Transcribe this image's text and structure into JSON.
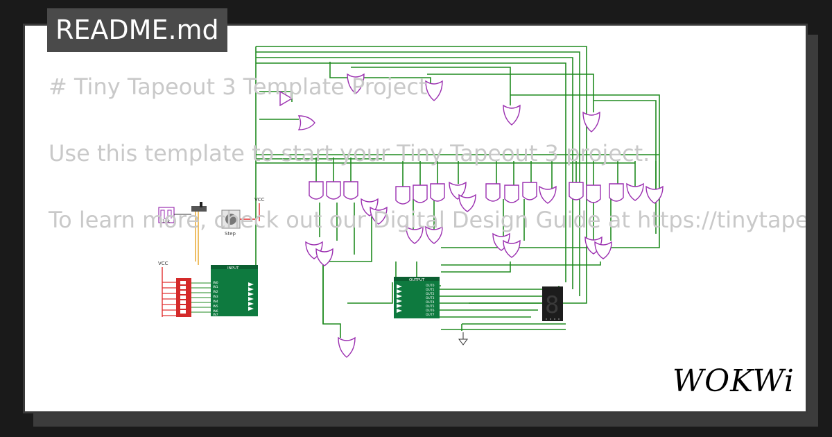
{
  "tab": {
    "label": "README.md"
  },
  "readme": {
    "line1": "# Tiny Tapeout 3 Template Project",
    "line2": "Use this template to start your Tiny Tapeout 3 project.",
    "line3": "To learn more, check out our Digital Design Guide at https://tinytapeou"
  },
  "circuit": {
    "clock_label": "10k",
    "button_label": "Step",
    "vcc_label": "VCC",
    "input_block_title": "INPUT",
    "output_block_title": "OUTPUT",
    "input_pins": [
      "IN0",
      "IN1",
      "IN2",
      "IN3",
      "IN4",
      "IN5",
      "IN6",
      "IN7"
    ],
    "output_pins": [
      "OUT0",
      "OUT1",
      "OUT2",
      "OUT3",
      "OUT4",
      "OUT5",
      "OUT6",
      "OUT7"
    ],
    "segment_digit": "8",
    "wire_color": "#1f8a1f",
    "gate_color": "#9b2fb0"
  },
  "brand": {
    "logo_text": "WOKWi"
  }
}
